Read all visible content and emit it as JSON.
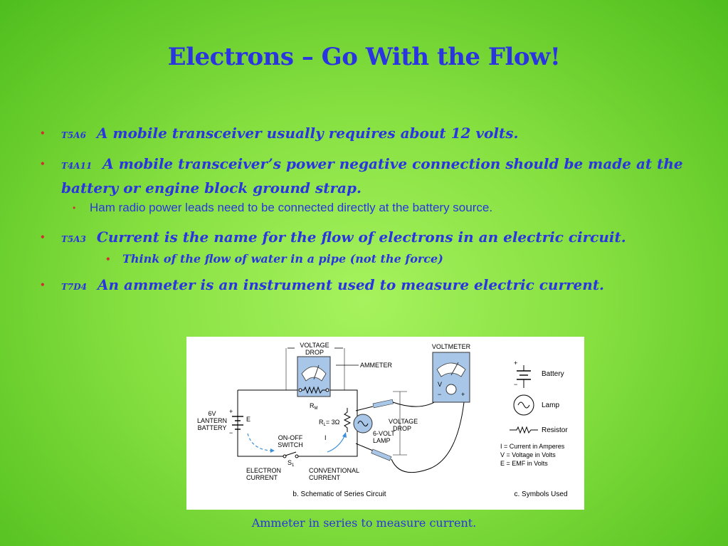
{
  "slide": {
    "title": "Electrons – Go With the Flow!",
    "bullet1": {
      "code": "T5A6",
      "text": "A mobile transceiver usually requires about 12 volts."
    },
    "bullet2": {
      "code": "T4A11",
      "text": "A mobile transceiver’s power negative connection should be made at the battery or engine block ground strap.",
      "sub": "Ham radio power leads need to be connected directly at the battery source."
    },
    "bullet3": {
      "code": "T5A3",
      "text": "Current is the name for the flow of electrons in an electric circuit.",
      "sub": "Think of the flow of water in a pipe (not the force)"
    },
    "bullet4": {
      "code": "T7D4",
      "text": "An ammeter is an instrument used to measure electric current."
    },
    "caption": "Ammeter in series to measure current."
  },
  "figure": {
    "voltage_drop_top": [
      "VOLTAGE",
      "DROP"
    ],
    "ammeter": "AMMETER",
    "rm": "R",
    "rm_sub": "M",
    "voltmeter": "VOLTMETER",
    "battery_label": [
      "6V",
      "LANTERN",
      "BATTERY"
    ],
    "e_label": "E",
    "rl": "R",
    "rl_rest": "= 3Ω",
    "rl_sub": "L",
    "i_label": "I",
    "switch_label": [
      "ON-OFF",
      "SWITCH"
    ],
    "s1": "S",
    "s1_sub": "1",
    "lamp_label": [
      "6-VOLT",
      "LAMP"
    ],
    "voltage_drop_side": [
      "VOLTAGE",
      "DROP"
    ],
    "electron_current": [
      "ELECTRON",
      "CURRENT"
    ],
    "conventional_current": [
      "CONVENTIONAL",
      "CURRENT"
    ],
    "v_label": "V",
    "schematic_caption": "b. Schematic of Series Circuit",
    "symbols_caption": "c. Symbols Used",
    "sym_battery": "Battery",
    "sym_lamp": "Lamp",
    "sym_resistor": "Resistor",
    "legend": [
      "I  =  Current in Amperes",
      "V  =  Voltage in Volts",
      "E  =  EMF in Volts"
    ]
  },
  "colors": {
    "title": "#2a34e0",
    "bullet_dot": "#d0302c",
    "meter_blue": "#a8c6e8",
    "arrow_blue": "#3b8fd6"
  }
}
